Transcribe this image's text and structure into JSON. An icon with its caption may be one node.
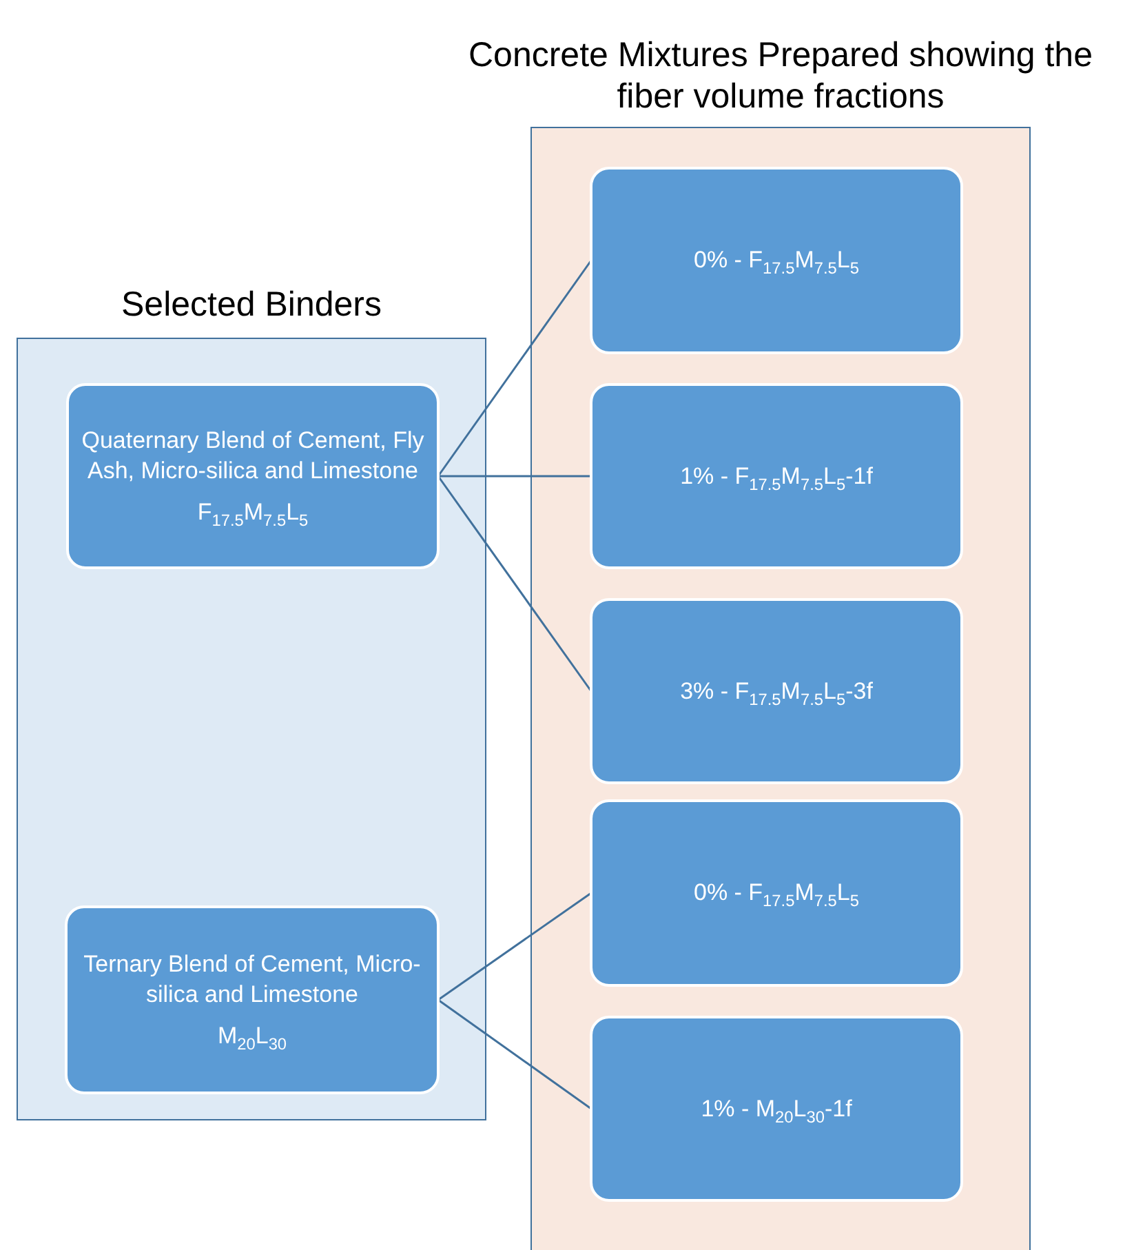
{
  "diagram": {
    "nodes": [
      {
        "text": [
          "Selected Binders"
        ]
      },
      {
        "text": [
          "Quaternary Blend of Cement, Fly Ash, Micro-silica and Limestone",
          "F$_{17.5}$M$_{7.5}$L$_{5}$"
        ],
        "in": 0
      },
      {
        "text": [
          "Ternary Blend of Cement, Micro-silica and Limestone",
          "M$_{20}$L$_{30}$"
        ],
        "in": 0
      },
      {
        "text": [
          "Concrete Mixtures Prepared showing the fiber volume fractions"
        ]
      },
      {
        "text": [
          "0% - F$_{17.5}$M$_{7.5}$L$_{5}$"
        ],
        "in": 3
      },
      {
        "text": [
          "1% - F$_{17.5}$M$_{7.5}$L$_{5}$-1f"
        ],
        "in": 3
      },
      {
        "text": [
          "3% - F$_{17.5}$M$_{7.5}$L$_{5}$-3f"
        ],
        "in": 3
      },
      {
        "text": [
          "0% - F$_{17.5}$M$_{7.5}$L$_{5}$"
        ],
        "in": 3
      },
      {
        "text": [
          "1% - M$_{20}$L$_{30}$-1f"
        ],
        "in": 3
      }
    ],
    "edges": [
      {
        "from": 1,
        "to": 4,
        "arrow": "none"
      },
      {
        "from": 1,
        "to": 5,
        "arrow": "none"
      },
      {
        "from": 1,
        "to": 6,
        "arrow": "none"
      },
      {
        "from": 2,
        "to": 7,
        "arrow": "none"
      },
      {
        "from": 2,
        "to": 8,
        "arrow": "none"
      }
    ]
  }
}
